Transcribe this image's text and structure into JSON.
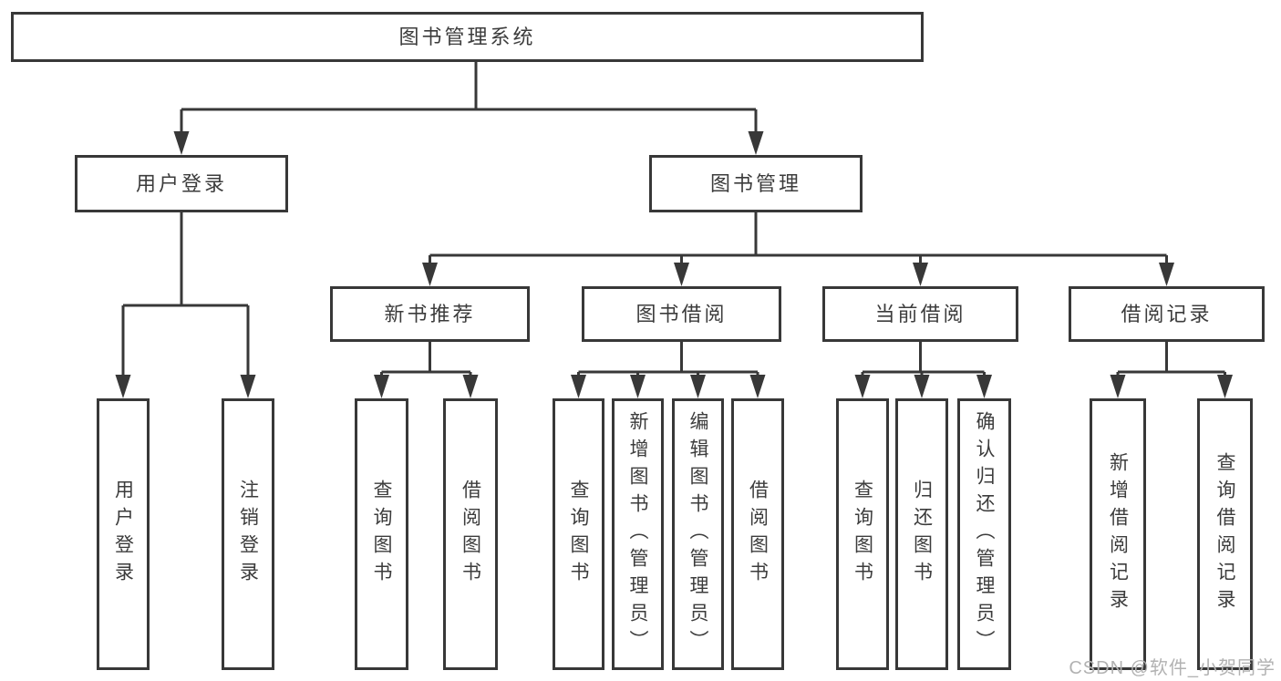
{
  "tree": {
    "root": {
      "label": "图书管理系统"
    },
    "branches": [
      {
        "label": "用户登录",
        "leaves": [
          {
            "label": "用户登录"
          },
          {
            "label": "注销登录"
          }
        ]
      },
      {
        "label": "图书管理",
        "groups": [
          {
            "label": "新书推荐",
            "leaves": [
              {
                "label": "查询图书"
              },
              {
                "label": "借阅图书"
              }
            ]
          },
          {
            "label": "图书借阅",
            "leaves": [
              {
                "label": "查询图书"
              },
              {
                "label": "新增图书（管理员）"
              },
              {
                "label": "编辑图书（管理员）"
              },
              {
                "label": "借阅图书"
              }
            ]
          },
          {
            "label": "当前借阅",
            "leaves": [
              {
                "label": "查询图书"
              },
              {
                "label": "归还图书"
              },
              {
                "label": "确认归还（管理员）"
              }
            ]
          },
          {
            "label": "借阅记录",
            "leaves": [
              {
                "label": "新增借阅记录"
              },
              {
                "label": "查询借阅记录"
              }
            ]
          }
        ]
      }
    ]
  },
  "watermark": {
    "text": "CSDN @软件_小贺同学"
  },
  "colors": {
    "line": "#383838",
    "box_fill": "#ffffff",
    "text": "#3c3c3c",
    "watermark": "#b2b2b2",
    "background": "#ffffff"
  }
}
